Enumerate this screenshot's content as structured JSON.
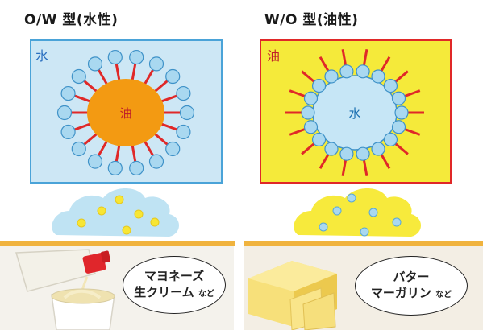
{
  "left": {
    "title": "O/W 型(水性)",
    "outer_label": "水",
    "core_label": "油",
    "examples": {
      "line1": "マヨネーズ",
      "line2": "生クリーム",
      "suffix": "など"
    }
  },
  "right": {
    "title": "W/O 型(油性)",
    "outer_label": "油",
    "core_label": "水",
    "examples": {
      "line1": "バター",
      "line2": "マーガリン",
      "suffix": "など"
    }
  },
  "colors": {
    "water": "#cde7f5",
    "water_border": "#4aa3d8",
    "oil": "#f5ea3a",
    "oil_border": "#e02828",
    "oil_core": "#f39a12",
    "emulsifier_stick": "#e02828",
    "divider": "#f0b33e"
  },
  "icons": [
    "mayonnaise-bottle-icon",
    "butter-block-icon"
  ]
}
